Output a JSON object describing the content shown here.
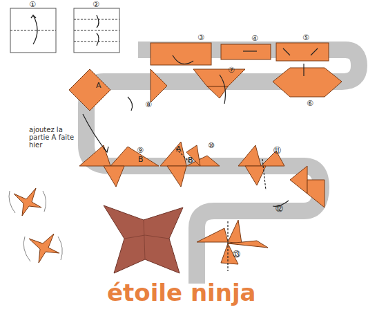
{
  "diagram": {
    "title": "étoile ninja",
    "labels": [
      "①",
      "②",
      "③",
      "④",
      "⑤",
      "⑥",
      "⑦",
      "A",
      "⑧",
      "ajoutez la partie A faite hier",
      "B",
      "⑨",
      "A",
      "B",
      "⑩",
      "⑪",
      "⑫",
      "⑬"
    ]
  }
}
